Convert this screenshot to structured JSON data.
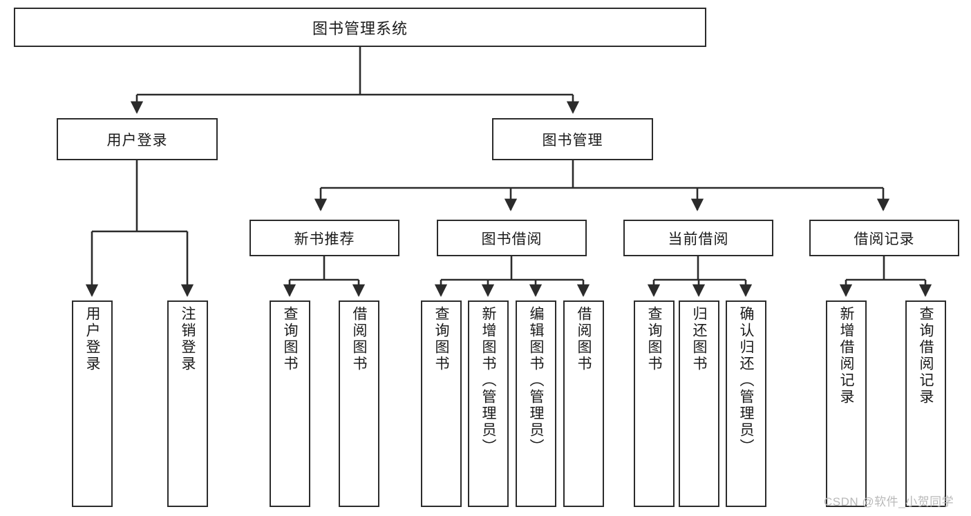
{
  "diagram": {
    "type": "tree-hierarchy",
    "title": "图书管理系统",
    "orientation": "top-down",
    "line_color": "#2b2b2b",
    "box_fill": "#ffffff",
    "text_color": "#1a1a1a"
  },
  "root": {
    "label": "图书管理系统"
  },
  "level1": [
    {
      "label": "用户登录"
    },
    {
      "label": "图书管理"
    }
  ],
  "level2": [
    {
      "label": "新书推荐"
    },
    {
      "label": "图书借阅"
    },
    {
      "label": "当前借阅"
    },
    {
      "label": "借阅记录"
    }
  ],
  "leaves": {
    "user_login": [
      {
        "label": "用户登录"
      },
      {
        "label": "注销登录"
      }
    ],
    "new_book_recommend": [
      {
        "label": "查询图书"
      },
      {
        "label": "借阅图书"
      }
    ],
    "book_borrow": [
      {
        "label": "查询图书"
      },
      {
        "label": "新增图书（管理员）"
      },
      {
        "label": "编辑图书（管理员）"
      },
      {
        "label": "借阅图书"
      }
    ],
    "current_borrow": [
      {
        "label": "查询图书"
      },
      {
        "label": "归还图书"
      },
      {
        "label": "确认归还（管理员）"
      }
    ],
    "borrow_records": [
      {
        "label": "新增借阅记录"
      },
      {
        "label": "查询借阅记录"
      }
    ]
  },
  "watermark": {
    "text": "CSDN @软件_小贺同学"
  }
}
